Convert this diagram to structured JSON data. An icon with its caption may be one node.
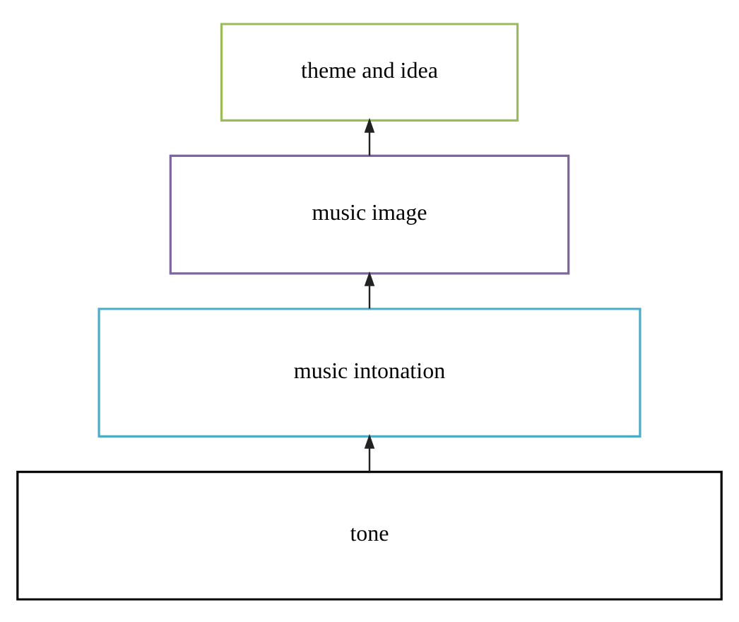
{
  "diagram": {
    "nodes": [
      {
        "text": [
          "theme and idea"
        ]
      },
      {
        "text": [
          "music image"
        ]
      },
      {
        "text": [
          "music intonation"
        ]
      },
      {
        "text": [
          "tone"
        ]
      }
    ],
    "edges": [
      {
        "from": 3,
        "to": 2,
        "arrow": "to"
      },
      {
        "from": 2,
        "to": 1,
        "arrow": "to"
      },
      {
        "from": 1,
        "to": 0,
        "arrow": "to"
      }
    ]
  }
}
